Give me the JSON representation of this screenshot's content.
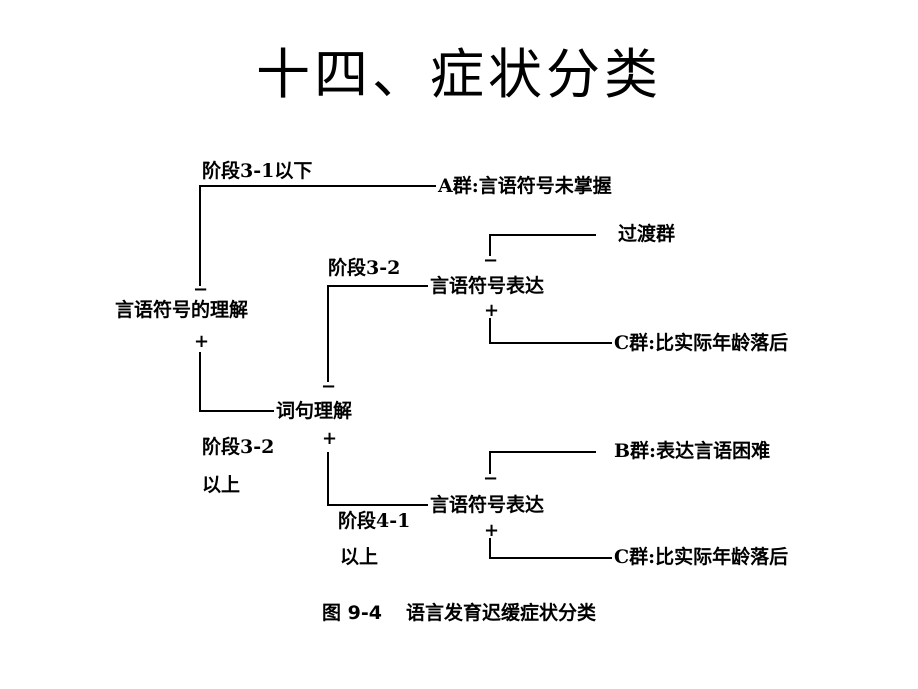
{
  "title": "十四、症状分类",
  "nodes": {
    "root": "言语符号的理解",
    "group_a": "A群:言语符号未掌握",
    "word_understanding": "词句理解",
    "symbol_expression_1": "言语符号表达",
    "transition_group": "过渡群",
    "group_c_1": "C群:比实际年龄落后",
    "symbol_expression_2": "言语符号表达",
    "group_b": "B群:表达言语困难",
    "group_c_2": "C群:比实际年龄落后"
  },
  "edge_labels": {
    "stage_3_1_below": "阶段3-1以下",
    "stage_3_2_a": "阶段3-2",
    "stage_3_2_above": "阶段3-2",
    "above_1": "以上",
    "stage_4_1_above": "阶段4-1",
    "above_2": "以上"
  },
  "signs": {
    "minus": "−",
    "plus": "+"
  },
  "caption": {
    "figure_number": "图 9-4",
    "text": "语言发育迟缓症状分类"
  }
}
